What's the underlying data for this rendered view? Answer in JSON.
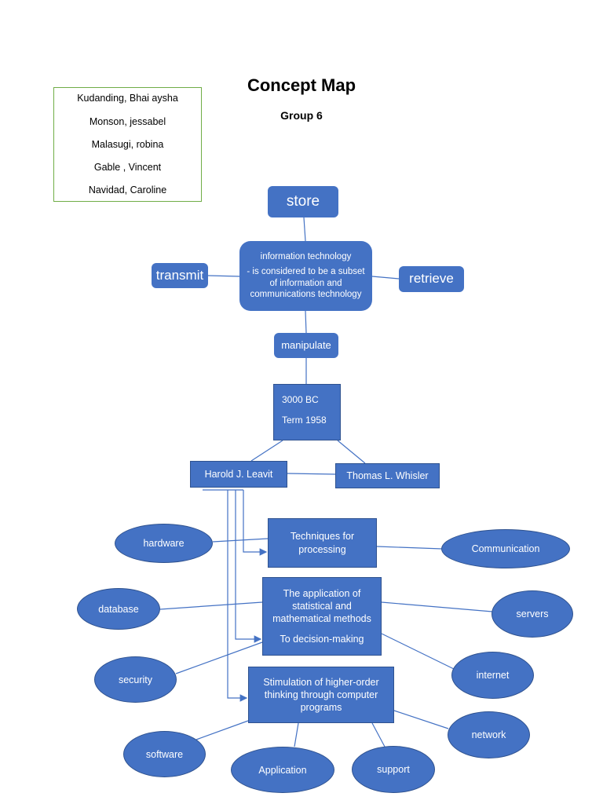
{
  "title": "Concept Map",
  "subtitle": "Group 6",
  "members": [
    "Kudanding, Bhai aysha",
    "Monson, jessabel",
    "Malasugi, robina",
    "Gable , Vincent",
    "Navidad, Caroline"
  ],
  "nodes": {
    "store": "store",
    "transmit": "transmit",
    "retrieve": "retrieve",
    "center_line1": "information technology",
    "center_line2": "- is considered to be a subset of information and communications technology",
    "manipulate": "manipulate",
    "year": "3000 BC",
    "term": "Term 1958",
    "leavit": "Harold J. Leavit",
    "whisler": "Thomas L. Whisler",
    "techniques": "Techniques for processing",
    "application_line1": "The application of statistical and mathematical methods",
    "application_line2": "To decision-making",
    "stimulation": "Stimulation of higher-order thinking through computer programs"
  },
  "ovals": {
    "hardware": "hardware",
    "communication": "Communication",
    "database": "database",
    "servers": "servers",
    "security": "security",
    "internet": "internet",
    "network": "network",
    "software": "software",
    "application": "Application",
    "support": "support"
  },
  "colors": {
    "fill": "#4472c4",
    "border": "#2f528f",
    "names_border": "#70ad47"
  }
}
